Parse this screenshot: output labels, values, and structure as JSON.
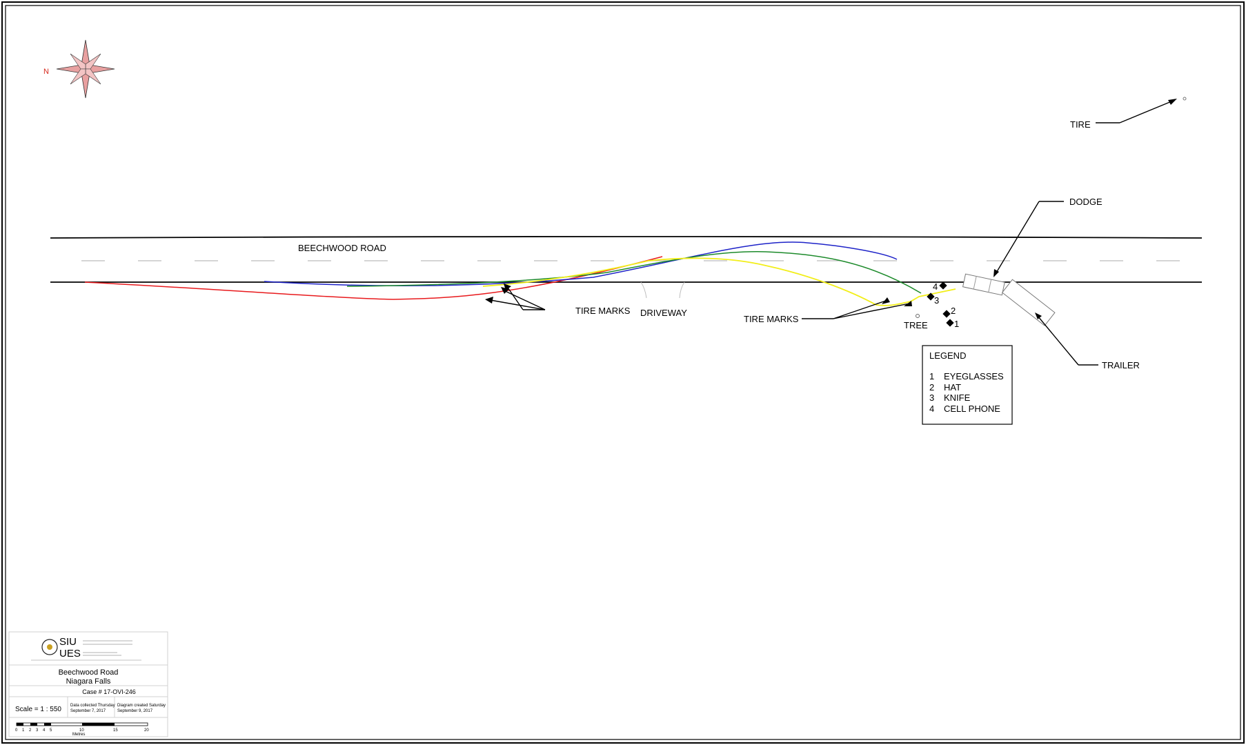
{
  "compass": {
    "north_label": "N"
  },
  "road": {
    "name": "BEECHWOOD ROAD"
  },
  "labels": {
    "tire_marks_1": "TIRE MARKS",
    "driveway": "DRIVEWAY",
    "tire_marks_2": "TIRE MARKS",
    "tree": "TREE",
    "tire": "TIRE",
    "dodge": "DODGE",
    "trailer": "TRAILER"
  },
  "evidence_markers": [
    "1",
    "2",
    "3",
    "4"
  ],
  "legend": {
    "title": "LEGEND",
    "items": [
      {
        "num": "1",
        "label": "EYEGLASSES"
      },
      {
        "num": "2",
        "label": "HAT"
      },
      {
        "num": "3",
        "label": "KNIFE"
      },
      {
        "num": "4",
        "label": "CELL PHONE"
      }
    ]
  },
  "title_block": {
    "org_logo_text": "SIU UES",
    "location_line1": "Beechwood Road",
    "location_line2": "Niagara Falls",
    "case": "Case # 17-OVI-246",
    "scale": "Scale =  1 : 550",
    "data_collected_line1": "Data collected Thursday",
    "data_collected_line2": "September 7, 2017",
    "diagram_created_line1": "Diagram created Saturday",
    "diagram_created_line2": "September 9, 2017",
    "scale_bar_ticks": [
      "0",
      "1",
      "2",
      "3",
      "4",
      "5",
      "10",
      "15",
      "20"
    ],
    "scale_bar_unit": "Metres"
  },
  "colors": {
    "red_marks": "#e8191c",
    "blue_marks": "#1d22c8",
    "green_marks": "#1c8a2a",
    "yellow_marks": "#f2ee19",
    "compass": "#e8a0a0"
  }
}
